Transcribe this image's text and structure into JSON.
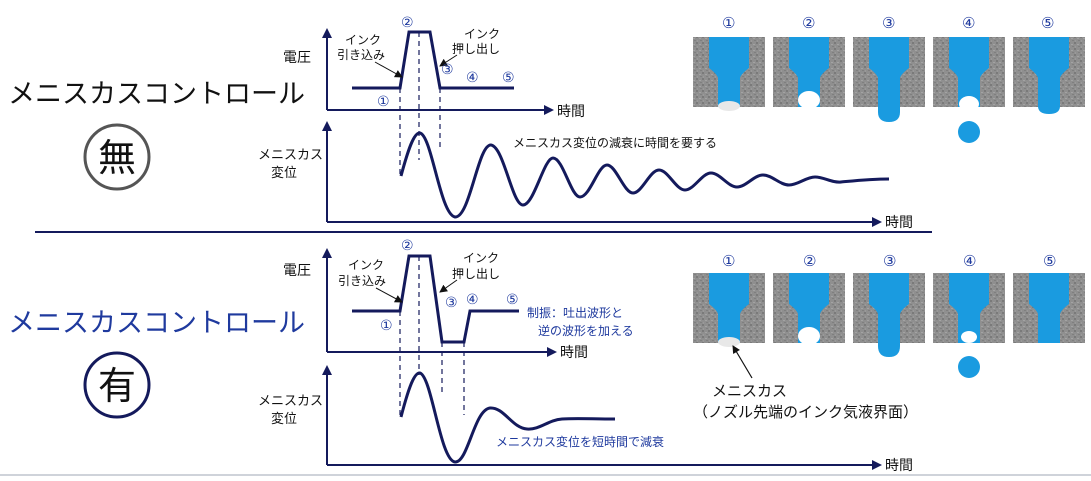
{
  "colors": {
    "navy": "#141a5c",
    "blue_text": "#1f3a9e",
    "ink": "#1a9be0",
    "gray_circle": "#555555",
    "nozzle_gray": "#8a8a8a",
    "bottom_line": "#cfd3da"
  },
  "top": {
    "title": "メニスカスコントロール",
    "badge": "無",
    "voltage_label": "電圧",
    "time_label": "時間",
    "ink_pull_label": [
      "インク",
      "引き込み"
    ],
    "ink_push_label": [
      "インク",
      "押し出し"
    ],
    "step_numbers": [
      "①",
      "②",
      "③",
      "④",
      "⑤"
    ],
    "displacement_label": [
      "メニスカス",
      "変位"
    ],
    "annotation": "メニスカス変位の減衰に時間を要する",
    "displacement_time_label": "時間",
    "image_numbers": [
      "①",
      "②",
      "③",
      "④",
      "⑤"
    ]
  },
  "bottom": {
    "title": "メニスカスコントロール",
    "badge": "有",
    "voltage_label": "電圧",
    "time_label": "時間",
    "ink_pull_label": [
      "インク",
      "引き込み"
    ],
    "ink_push_label": [
      "インク",
      "押し出し"
    ],
    "step_numbers": [
      "①",
      "②",
      "③",
      "④",
      "⑤"
    ],
    "damping_label": [
      "制振：吐出波形と",
      "逆の波形を加える"
    ],
    "displacement_label": [
      "メニスカス",
      "変位"
    ],
    "annotation": "メニスカス変位を短時間で減衰",
    "displacement_time_label": "時間",
    "image_numbers": [
      "①",
      "②",
      "③",
      "④",
      "⑤"
    ],
    "meniscus_callout": [
      "メニスカス",
      "（ノズル先端のインク気液界面）"
    ]
  }
}
